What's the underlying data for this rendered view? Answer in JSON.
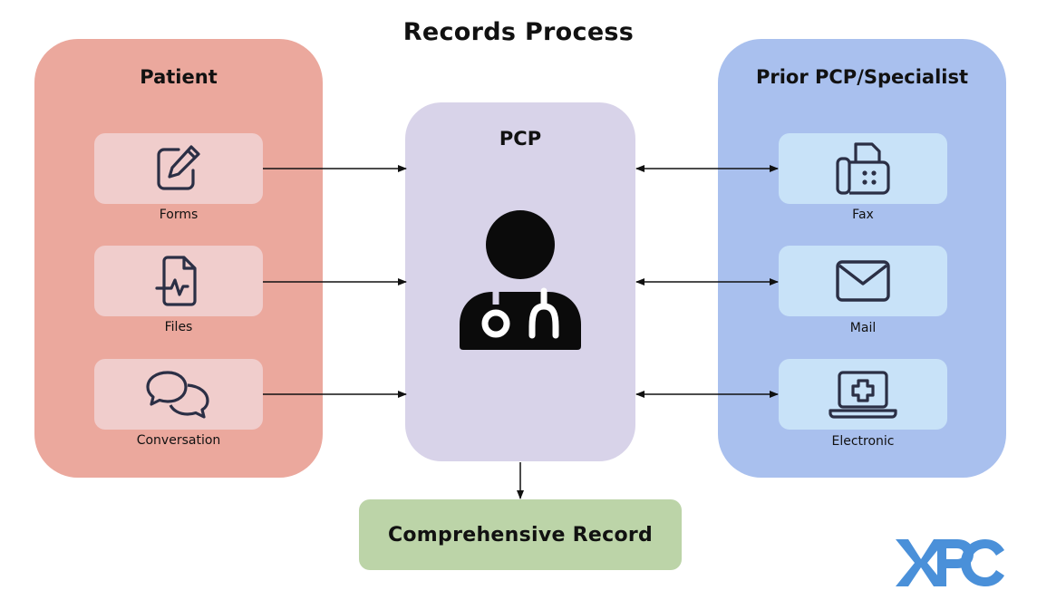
{
  "title": "Records Process",
  "patient": {
    "heading": "Patient",
    "items": [
      {
        "label": "Forms",
        "icon": "edit-icon"
      },
      {
        "label": "Files",
        "icon": "file-pulse-icon"
      },
      {
        "label": "Conversation",
        "icon": "chat-icon"
      }
    ]
  },
  "pcp": {
    "heading": "PCP",
    "icon": "doctor-icon"
  },
  "prior": {
    "heading": "Prior PCP/Specialist",
    "items": [
      {
        "label": "Fax",
        "icon": "fax-icon"
      },
      {
        "label": "Mail",
        "icon": "mail-icon"
      },
      {
        "label": "Electronic",
        "icon": "laptop-medical-icon"
      }
    ]
  },
  "result": {
    "label": "Comprehensive Record"
  },
  "logo": {
    "text": "XPC"
  },
  "colors": {
    "patient_panel": "#eba89d",
    "pcp_panel": "#d8d3e9",
    "prior_panel": "#a9c0ee",
    "result_box": "#bcd4a8",
    "logo": "#4a90d9",
    "icon_stroke": "#2b2f45"
  }
}
